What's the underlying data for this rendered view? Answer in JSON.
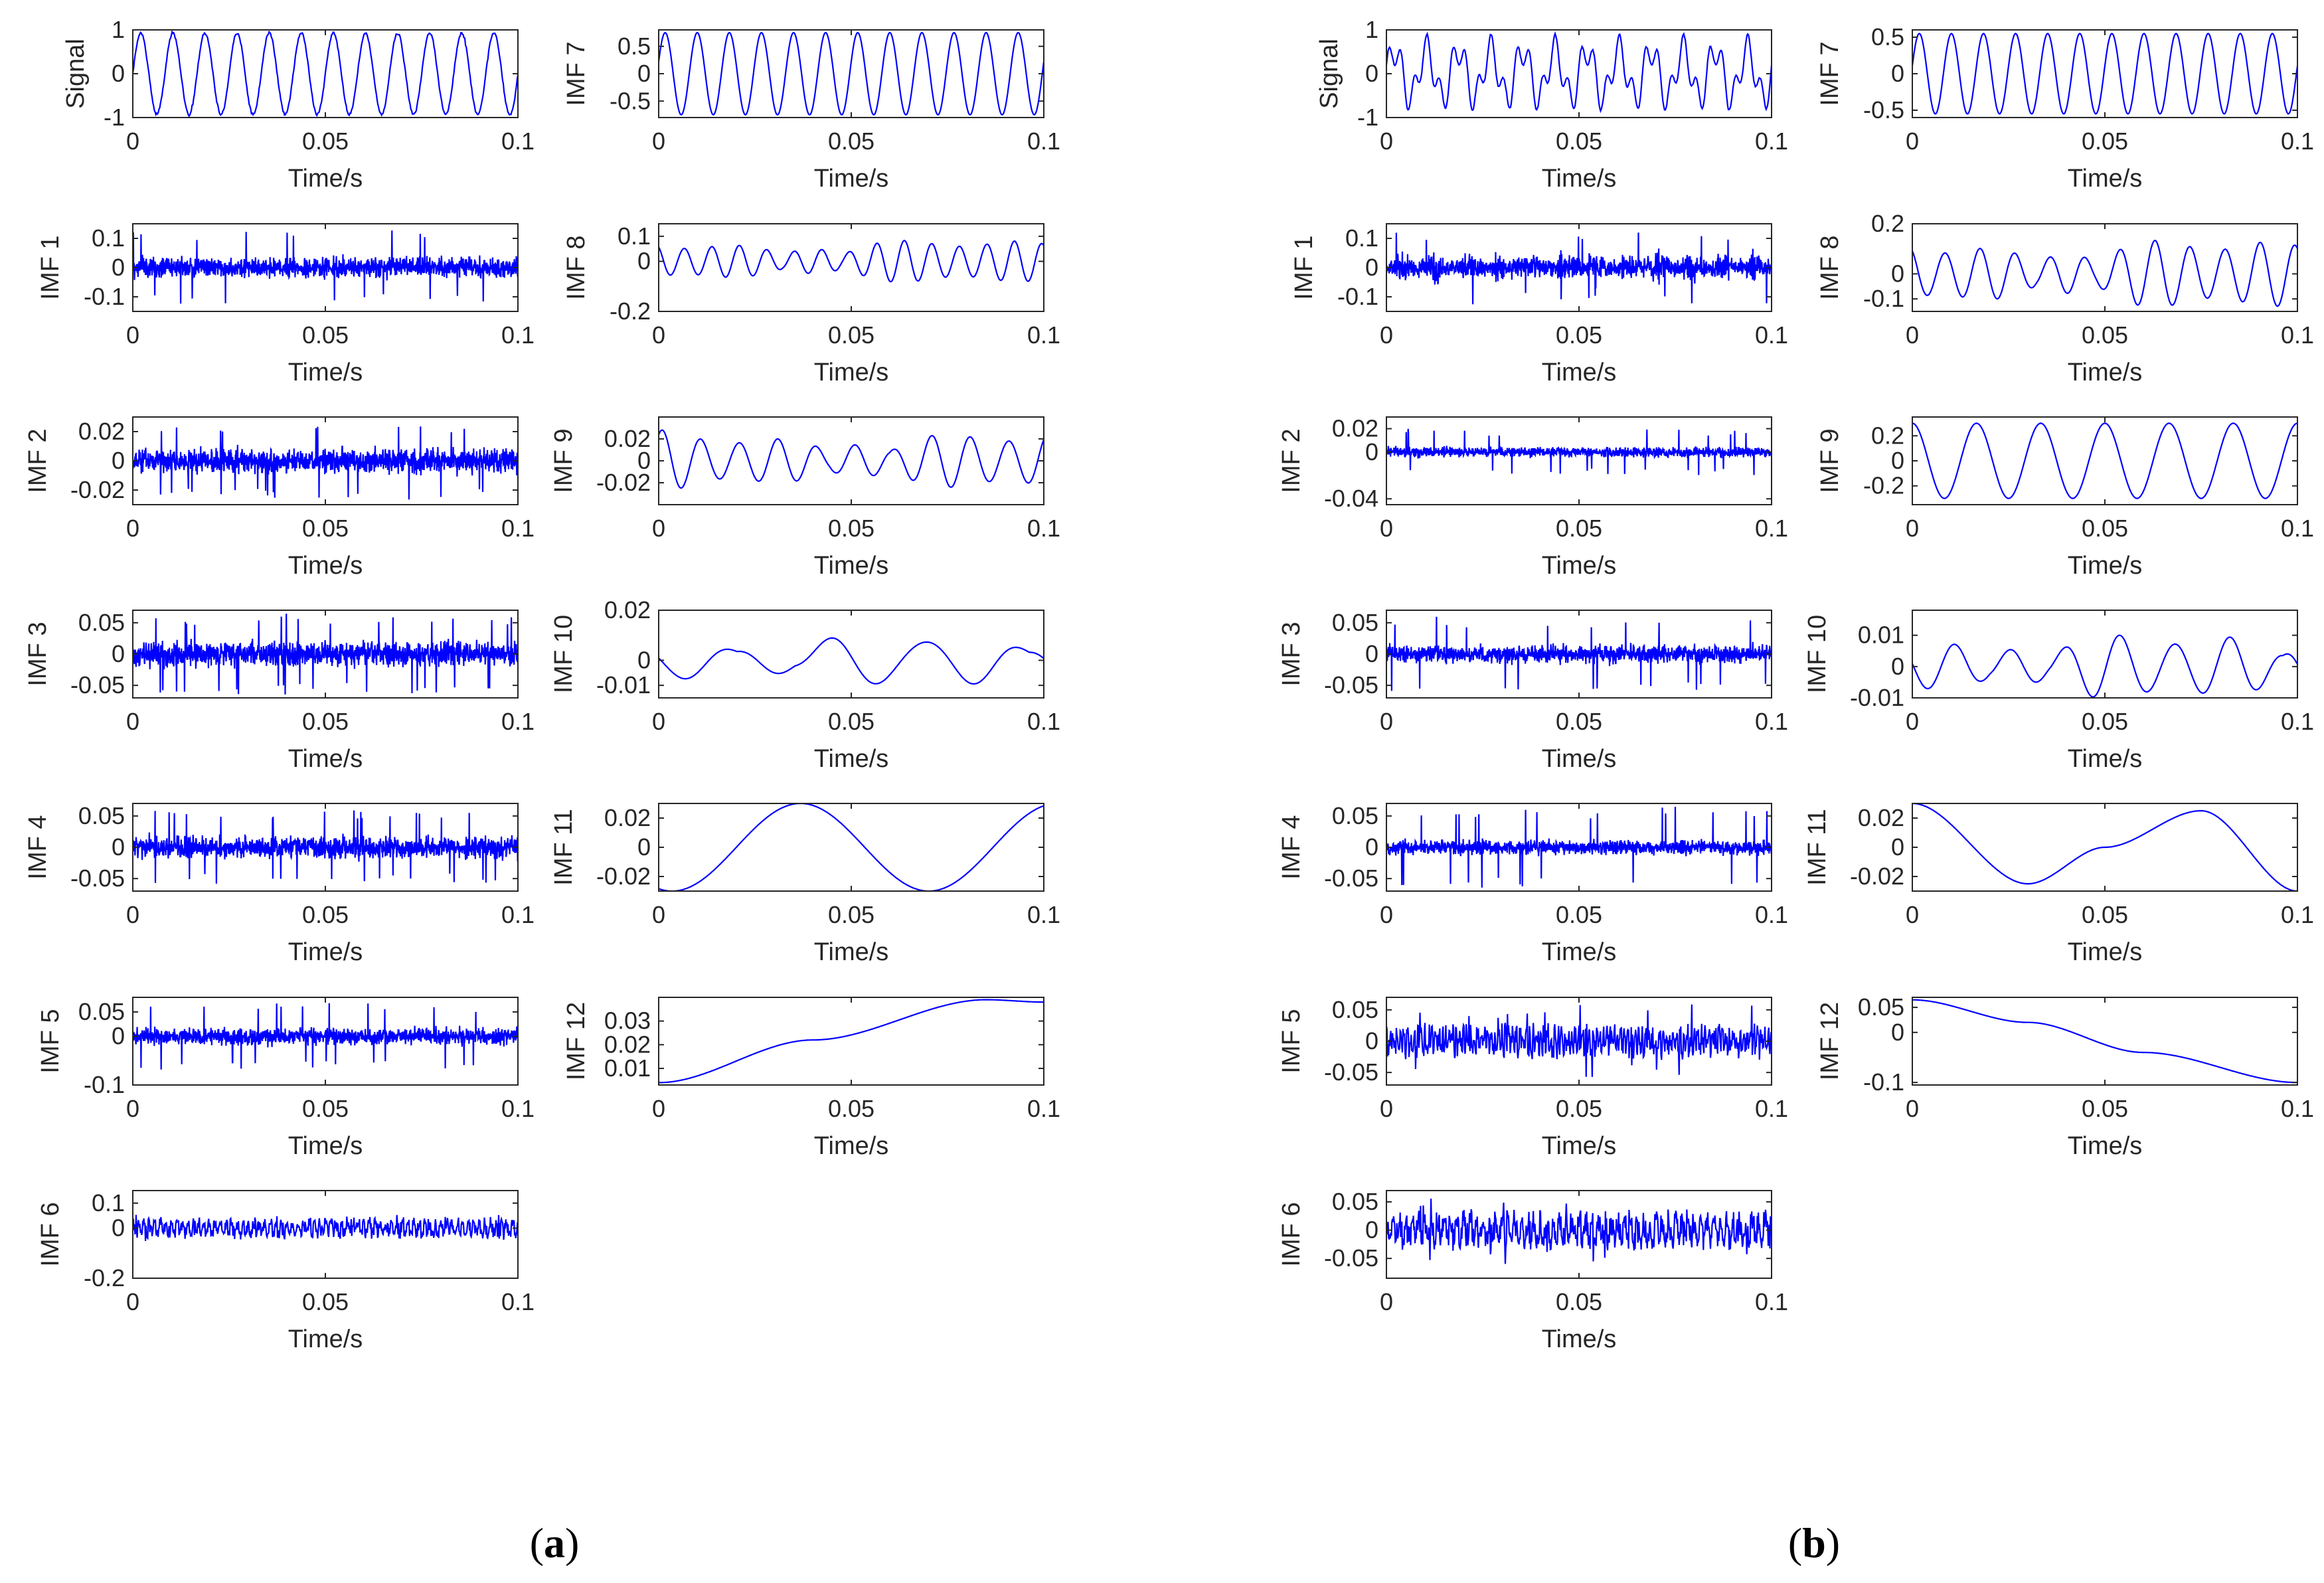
{
  "colors": {
    "line": "#0000ff",
    "axis": "#262626",
    "text": "#262626"
  },
  "figures": [
    {
      "label": "a",
      "open": "(",
      "close": ")"
    },
    {
      "label": "b",
      "open": "(",
      "close": ")"
    }
  ],
  "chart_data": [
    {
      "id": "a-signal",
      "type": "line",
      "figure": "a",
      "ylabel": "Signal",
      "xlabel": "Time/s",
      "xlim": [
        0,
        0.1
      ],
      "ylim": [
        -1,
        1
      ],
      "xticks": [
        0,
        0.05,
        0.1
      ],
      "xtick_labels": [
        "0",
        "0.05",
        "0.1"
      ],
      "yticks": [
        -1,
        0,
        1
      ],
      "ytick_labels": [
        "-1",
        "0",
        "1"
      ],
      "series": [
        {
          "kind": "sine",
          "freq": 120,
          "amp": 0.93,
          "phase": 0,
          "noise": 0.05
        }
      ]
    },
    {
      "id": "a-imf1",
      "type": "line",
      "figure": "a",
      "ylabel": "IMF 1",
      "xlabel": "Time/s",
      "xlim": [
        0,
        0.1
      ],
      "ylim": [
        -0.15,
        0.15
      ],
      "xticks": [
        0,
        0.05,
        0.1
      ],
      "xtick_labels": [
        "0",
        "0.05",
        "0.1"
      ],
      "yticks": [
        -0.1,
        0,
        0.1
      ],
      "ytick_labels": [
        "-0.1",
        "0",
        "0.1"
      ],
      "series": [
        {
          "kind": "noise",
          "amp": 0.05,
          "spikes": 0.13
        }
      ]
    },
    {
      "id": "a-imf2",
      "type": "line",
      "figure": "a",
      "ylabel": "IMF 2",
      "xlabel": "Time/s",
      "xlim": [
        0,
        0.1
      ],
      "ylim": [
        -0.03,
        0.03
      ],
      "xticks": [
        0,
        0.05,
        0.1
      ],
      "xtick_labels": [
        "0",
        "0.05",
        "0.1"
      ],
      "yticks": [
        -0.02,
        0,
        0.02
      ],
      "ytick_labels": [
        "-0.02",
        "0",
        "0.02"
      ],
      "series": [
        {
          "kind": "noise",
          "amp": 0.012,
          "spikes": 0.027
        }
      ]
    },
    {
      "id": "a-imf3",
      "type": "line",
      "figure": "a",
      "ylabel": "IMF 3",
      "xlabel": "Time/s",
      "xlim": [
        0,
        0.1
      ],
      "ylim": [
        -0.07,
        0.07
      ],
      "xticks": [
        0,
        0.05,
        0.1
      ],
      "xtick_labels": [
        "0",
        "0.05",
        "0.1"
      ],
      "yticks": [
        -0.05,
        0,
        0.05
      ],
      "ytick_labels": [
        "-0.05",
        "0",
        "0.05"
      ],
      "series": [
        {
          "kind": "noise",
          "amp": 0.028,
          "spikes": 0.065
        }
      ]
    },
    {
      "id": "a-imf4",
      "type": "line",
      "figure": "a",
      "ylabel": "IMF 4",
      "xlabel": "Time/s",
      "xlim": [
        0,
        0.1
      ],
      "ylim": [
        -0.07,
        0.07
      ],
      "xticks": [
        0,
        0.05,
        0.1
      ],
      "xtick_labels": [
        "0",
        "0.05",
        "0.1"
      ],
      "yticks": [
        -0.05,
        0,
        0.05
      ],
      "ytick_labels": [
        "-0.05",
        "0",
        "0.05"
      ],
      "series": [
        {
          "kind": "noise",
          "amp": 0.025,
          "spikes": 0.06
        }
      ]
    },
    {
      "id": "a-imf5",
      "type": "line",
      "figure": "a",
      "ylabel": "IMF 5",
      "xlabel": "Time/s",
      "xlim": [
        0,
        0.1
      ],
      "ylim": [
        -0.1,
        0.08
      ],
      "xticks": [
        0,
        0.05,
        0.1
      ],
      "xtick_labels": [
        "0",
        "0.05",
        "0.1"
      ],
      "yticks": [
        -0.1,
        0,
        0.05
      ],
      "ytick_labels": [
        "-0.1",
        "0",
        "0.05"
      ],
      "series": [
        {
          "kind": "noise",
          "amp": 0.025,
          "spikes": 0.07
        }
      ]
    },
    {
      "id": "a-imf6",
      "type": "line",
      "figure": "a",
      "ylabel": "IMF 6",
      "xlabel": "Time/s",
      "xlim": [
        0,
        0.1
      ],
      "ylim": [
        -0.2,
        0.15
      ],
      "xticks": [
        0,
        0.05,
        0.1
      ],
      "xtick_labels": [
        "0",
        "0.05",
        "0.1"
      ],
      "yticks": [
        -0.2,
        0,
        0.1
      ],
      "ytick_labels": [
        "-0.2",
        "0",
        "0.1"
      ],
      "series": [
        {
          "kind": "band",
          "freq": 700,
          "amp": 0.03,
          "spikes": 0.06
        }
      ]
    },
    {
      "id": "a-imf7",
      "type": "line",
      "figure": "a",
      "ylabel": "IMF 7",
      "xlabel": "Time/s",
      "xlim": [
        0,
        0.1
      ],
      "ylim": [
        -0.8,
        0.8
      ],
      "xticks": [
        0,
        0.05,
        0.1
      ],
      "xtick_labels": [
        "0",
        "0.05",
        "0.1"
      ],
      "yticks": [
        -0.5,
        0,
        0.5
      ],
      "ytick_labels": [
        "-0.5",
        "0",
        "0.5"
      ],
      "series": [
        {
          "kind": "sine",
          "freq": 120,
          "amp": 0.75,
          "phase": 0.3,
          "noise": 0.0
        }
      ]
    },
    {
      "id": "a-imf8",
      "type": "line",
      "figure": "a",
      "ylabel": "IMF 8",
      "xlabel": "Time/s",
      "xlim": [
        0,
        0.1
      ],
      "ylim": [
        -0.2,
        0.15
      ],
      "xticks": [
        0,
        0.05,
        0.1
      ],
      "xtick_labels": [
        "0",
        "0.05",
        "0.1"
      ],
      "yticks": [
        -0.2,
        0,
        0.1
      ],
      "ytick_labels": [
        "-0.2",
        "0",
        "0.1"
      ],
      "series": [
        {
          "kind": "smooth",
          "freq": 140,
          "amp": 0.05,
          "mod": 2
        }
      ]
    },
    {
      "id": "a-imf9",
      "type": "line",
      "figure": "a",
      "ylabel": "IMF 9",
      "xlabel": "Time/s",
      "xlim": [
        0,
        0.1
      ],
      "ylim": [
        -0.04,
        0.04
      ],
      "xticks": [
        0,
        0.05,
        0.1
      ],
      "xtick_labels": [
        "0",
        "0.05",
        "0.1"
      ],
      "yticks": [
        -0.02,
        0,
        0.02
      ],
      "ytick_labels": [
        "-0.02",
        "0",
        "0.02"
      ],
      "series": [
        {
          "kind": "smooth",
          "freq": 100,
          "amp": 0.015,
          "mod": 1
        }
      ]
    },
    {
      "id": "a-imf10",
      "type": "line",
      "figure": "a",
      "ylabel": "IMF 10",
      "xlabel": "Time/s",
      "xlim": [
        0,
        0.1
      ],
      "ylim": [
        -0.015,
        0.02
      ],
      "xticks": [
        0,
        0.05,
        0.1
      ],
      "xtick_labels": [
        "0",
        "0.05",
        "0.1"
      ],
      "yticks": [
        -0.01,
        0,
        0.02
      ],
      "ytick_labels": [
        "-0.01",
        "0",
        "0.02"
      ],
      "series": [
        {
          "kind": "smooth",
          "freq": 40,
          "amp": 0.006,
          "mod": 3
        }
      ]
    },
    {
      "id": "a-imf11",
      "type": "line",
      "figure": "a",
      "ylabel": "IMF 11",
      "xlabel": "Time/s",
      "xlim": [
        0,
        0.1
      ],
      "ylim": [
        -0.03,
        0.03
      ],
      "xticks": [
        0,
        0.05,
        0.1
      ],
      "xtick_labels": [
        "0",
        "0.05",
        "0.1"
      ],
      "yticks": [
        -0.02,
        0,
        0.02
      ],
      "ytick_labels": [
        "-0.02",
        "0",
        "0.02"
      ],
      "series": [
        {
          "kind": "sine",
          "freq": 15,
          "amp": 0.03,
          "phase": -1.9,
          "noise": 0.0
        }
      ]
    },
    {
      "id": "a-imf12",
      "type": "line",
      "figure": "a",
      "ylabel": "IMF 12",
      "xlabel": "Time/s",
      "xlim": [
        0,
        0.1
      ],
      "ylim": [
        0.003,
        0.04
      ],
      "xticks": [
        0,
        0.05,
        0.1
      ],
      "xtick_labels": [
        "0",
        "0.05",
        "0.1"
      ],
      "yticks": [
        0.01,
        0.02,
        0.03
      ],
      "ytick_labels": [
        "0.01",
        "0.02",
        "0.03"
      ],
      "series": [
        {
          "kind": "trend",
          "points": [
            [
              0,
              0.004
            ],
            [
              0.04,
              0.022
            ],
            [
              0.085,
              0.039
            ],
            [
              0.1,
              0.038
            ]
          ]
        }
      ]
    },
    {
      "id": "b-signal",
      "type": "line",
      "figure": "b",
      "ylabel": "Signal",
      "xlabel": "Time/s",
      "xlim": [
        0,
        0.1
      ],
      "ylim": [
        -1,
        1
      ],
      "xticks": [
        0,
        0.05,
        0.1
      ],
      "xtick_labels": [
        "0",
        "0.05",
        "0.1"
      ],
      "yticks": [
        -1,
        0,
        1
      ],
      "ytick_labels": [
        "-1",
        "0",
        "1"
      ],
      "series": [
        {
          "kind": "beat",
          "freq": 120,
          "amp": 0.55,
          "amp2": 0.35,
          "noise": 0.03
        }
      ]
    },
    {
      "id": "b-imf1",
      "type": "line",
      "figure": "b",
      "ylabel": "IMF 1",
      "xlabel": "Time/s",
      "xlim": [
        0,
        0.1
      ],
      "ylim": [
        -0.15,
        0.15
      ],
      "xticks": [
        0,
        0.05,
        0.1
      ],
      "xtick_labels": [
        "0",
        "0.05",
        "0.1"
      ],
      "yticks": [
        -0.1,
        0,
        0.1
      ],
      "ytick_labels": [
        "-0.1",
        "0",
        "0.1"
      ],
      "series": [
        {
          "kind": "bursts",
          "amp": 0.02,
          "spikes": 0.13
        }
      ]
    },
    {
      "id": "b-imf2",
      "type": "line",
      "figure": "b",
      "ylabel": "IMF 2",
      "xlabel": "Time/s",
      "xlim": [
        0,
        0.1
      ],
      "ylim": [
        -0.045,
        0.03
      ],
      "xticks": [
        0,
        0.05,
        0.1
      ],
      "xtick_labels": [
        "0",
        "0.05",
        "0.1"
      ],
      "yticks": [
        -0.04,
        0,
        0.02
      ],
      "ytick_labels": [
        "-0.04",
        "0",
        "0.02"
      ],
      "series": [
        {
          "kind": "noise",
          "amp": 0.006,
          "spikes": 0.02
        }
      ]
    },
    {
      "id": "b-imf3",
      "type": "line",
      "figure": "b",
      "ylabel": "IMF 3",
      "xlabel": "Time/s",
      "xlim": [
        0,
        0.1
      ],
      "ylim": [
        -0.07,
        0.07
      ],
      "xticks": [
        0,
        0.05,
        0.1
      ],
      "xtick_labels": [
        "0",
        "0.05",
        "0.1"
      ],
      "yticks": [
        -0.05,
        0,
        0.05
      ],
      "ytick_labels": [
        "-0.05",
        "0",
        "0.05"
      ],
      "series": [
        {
          "kind": "noise",
          "amp": 0.02,
          "spikes": 0.06
        }
      ]
    },
    {
      "id": "b-imf4",
      "type": "line",
      "figure": "b",
      "ylabel": "IMF 4",
      "xlabel": "Time/s",
      "xlim": [
        0,
        0.1
      ],
      "ylim": [
        -0.07,
        0.07
      ],
      "xticks": [
        0,
        0.05,
        0.1
      ],
      "xtick_labels": [
        "0",
        "0.05",
        "0.1"
      ],
      "yticks": [
        -0.05,
        0,
        0.05
      ],
      "ytick_labels": [
        "-0.05",
        "0",
        "0.05"
      ],
      "series": [
        {
          "kind": "noise",
          "amp": 0.016,
          "spikes": 0.065
        }
      ]
    },
    {
      "id": "b-imf5",
      "type": "line",
      "figure": "b",
      "ylabel": "IMF 5",
      "xlabel": "Time/s",
      "xlim": [
        0,
        0.1
      ],
      "ylim": [
        -0.07,
        0.07
      ],
      "xticks": [
        0,
        0.05,
        0.1
      ],
      "xtick_labels": [
        "0",
        "0.05",
        "0.1"
      ],
      "yticks": [
        -0.05,
        0,
        0.05
      ],
      "ytick_labels": [
        "-0.05",
        "0",
        "0.05"
      ],
      "series": [
        {
          "kind": "band",
          "freq": 1100,
          "amp": 0.02,
          "spikes": 0.06
        }
      ]
    },
    {
      "id": "b-imf6",
      "type": "line",
      "figure": "b",
      "ylabel": "IMF 6",
      "xlabel": "Time/s",
      "xlim": [
        0,
        0.1
      ],
      "ylim": [
        -0.085,
        0.07
      ],
      "xticks": [
        0,
        0.05,
        0.1
      ],
      "xtick_labels": [
        "0",
        "0.05",
        "0.1"
      ],
      "yticks": [
        -0.05,
        0,
        0.05
      ],
      "ytick_labels": [
        "-0.05",
        "0",
        "0.05"
      ],
      "series": [
        {
          "kind": "band",
          "freq": 600,
          "amp": 0.025,
          "spikes": 0.06
        }
      ]
    },
    {
      "id": "b-imf7",
      "type": "line",
      "figure": "b",
      "ylabel": "IMF 7",
      "xlabel": "Time/s",
      "xlim": [
        0,
        0.1
      ],
      "ylim": [
        -0.6,
        0.6
      ],
      "xticks": [
        0,
        0.05,
        0.1
      ],
      "xtick_labels": [
        "0",
        "0.05",
        "0.1"
      ],
      "yticks": [
        -0.5,
        0,
        0.5
      ],
      "ytick_labels": [
        "-0.5",
        "0",
        "0.5"
      ],
      "series": [
        {
          "kind": "sine",
          "freq": 120,
          "amp": 0.55,
          "phase": 0.2,
          "noise": 0.0
        }
      ]
    },
    {
      "id": "b-imf8",
      "type": "line",
      "figure": "b",
      "ylabel": "IMF 8",
      "xlabel": "Time/s",
      "xlim": [
        0,
        0.1
      ],
      "ylim": [
        -0.15,
        0.2
      ],
      "xticks": [
        0,
        0.05,
        0.1
      ],
      "xtick_labels": [
        "0",
        "0.05",
        "0.1"
      ],
      "yticks": [
        -0.1,
        0,
        0.2
      ],
      "ytick_labels": [
        "-0.1",
        "0",
        "0.2"
      ],
      "series": [
        {
          "kind": "smooth",
          "freq": 110,
          "amp": 0.08,
          "mod": 2
        }
      ]
    },
    {
      "id": "b-imf9",
      "type": "line",
      "figure": "b",
      "ylabel": "IMF 9",
      "xlabel": "Time/s",
      "xlim": [
        0,
        0.1
      ],
      "ylim": [
        -0.35,
        0.35
      ],
      "xticks": [
        0,
        0.05,
        0.1
      ],
      "xtick_labels": [
        "0",
        "0.05",
        "0.1"
      ],
      "yticks": [
        -0.2,
        0,
        0.2
      ],
      "ytick_labels": [
        "-0.2",
        "0",
        "0.2"
      ],
      "series": [
        {
          "kind": "sine",
          "freq": 60,
          "amp": 0.3,
          "phase": 1.57,
          "noise": 0.0
        }
      ]
    },
    {
      "id": "b-imf10",
      "type": "line",
      "figure": "b",
      "ylabel": "IMF 10",
      "xlabel": "Time/s",
      "xlim": [
        0,
        0.1
      ],
      "ylim": [
        -0.01,
        0.018
      ],
      "xticks": [
        0,
        0.05,
        0.1
      ],
      "xtick_labels": [
        "0",
        "0.05",
        "0.1"
      ],
      "yticks": [
        -0.01,
        0,
        0.01
      ],
      "ytick_labels": [
        "-0.01",
        "0",
        "0.01"
      ],
      "series": [
        {
          "kind": "smooth",
          "freq": 70,
          "amp": 0.006,
          "mod": 3
        }
      ]
    },
    {
      "id": "b-imf11",
      "type": "line",
      "figure": "b",
      "ylabel": "IMF 11",
      "xlabel": "Time/s",
      "xlim": [
        0,
        0.1
      ],
      "ylim": [
        -0.03,
        0.03
      ],
      "xticks": [
        0,
        0.05,
        0.1
      ],
      "xtick_labels": [
        "0",
        "0.05",
        "0.1"
      ],
      "yticks": [
        -0.02,
        0,
        0.02
      ],
      "ytick_labels": [
        "-0.02",
        "0",
        "0.02"
      ],
      "series": [
        {
          "kind": "trend",
          "points": [
            [
              0,
              0.03
            ],
            [
              0.03,
              -0.025
            ],
            [
              0.05,
              0.0
            ],
            [
              0.075,
              0.025
            ],
            [
              0.1,
              -0.03
            ]
          ]
        }
      ]
    },
    {
      "id": "b-imf12",
      "type": "line",
      "figure": "b",
      "ylabel": "IMF 12",
      "xlabel": "Time/s",
      "xlim": [
        0,
        0.1
      ],
      "ylim": [
        -0.105,
        0.07
      ],
      "xticks": [
        0,
        0.05,
        0.1
      ],
      "xtick_labels": [
        "0",
        "0.05",
        "0.1"
      ],
      "yticks": [
        -0.1,
        0,
        0.05
      ],
      "ytick_labels": [
        "-0.1",
        "0",
        "0.05"
      ],
      "series": [
        {
          "kind": "trend",
          "points": [
            [
              0,
              0.065
            ],
            [
              0.03,
              0.02
            ],
            [
              0.06,
              -0.04
            ],
            [
              0.1,
              -0.1
            ]
          ]
        }
      ]
    }
  ]
}
